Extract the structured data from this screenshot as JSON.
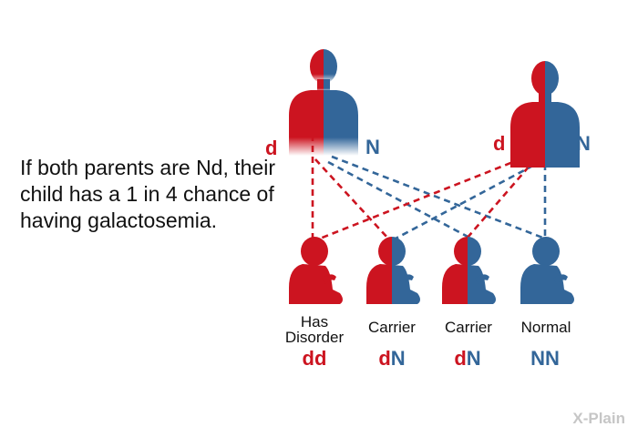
{
  "caption": "If both parents are Nd, their child has a 1 in 4 chance of having galactosemia.",
  "colors": {
    "recessive": "#cc1420",
    "normal": "#336699"
  },
  "parents": [
    {
      "left_allele": "d",
      "right_allele": "N"
    },
    {
      "left_allele": "d",
      "right_allele": "N"
    }
  ],
  "children": [
    {
      "label": "Has Disorder",
      "allele1": "d",
      "allele2": "d",
      "colors": [
        "red",
        "red"
      ]
    },
    {
      "label": "Carrier",
      "allele1": "d",
      "allele2": "N",
      "colors": [
        "red",
        "blue"
      ]
    },
    {
      "label": "Carrier",
      "allele1": "d",
      "allele2": "N",
      "colors": [
        "red",
        "blue"
      ]
    },
    {
      "label": "Normal",
      "allele1": "N",
      "allele2": "N",
      "colors": [
        "blue",
        "blue"
      ]
    }
  ],
  "logo": {
    "icon": "x-plain-logo",
    "text": "X-Plain"
  }
}
